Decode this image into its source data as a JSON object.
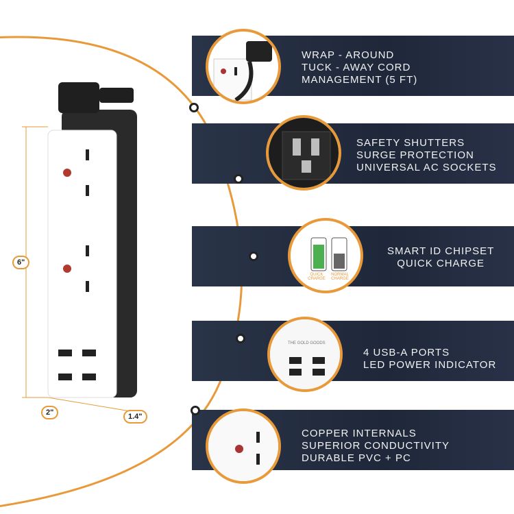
{
  "features": [
    {
      "lines": [
        "WRAP - AROUND",
        "TUCK - AWAY CORD",
        "MANAGEMENT (5 FT)"
      ]
    },
    {
      "lines": [
        "SAFETY SHUTTERS",
        "SURGE PROTECTION",
        "UNIVERSAL AC SOCKETS"
      ]
    },
    {
      "lines": [
        "SMART ID CHIPSET",
        "QUICK CHARGE"
      ]
    },
    {
      "lines": [
        "4 USB-A PORTS",
        "LED POWER INDICATOR"
      ]
    },
    {
      "lines": [
        "COPPER INTERNALS",
        "SUPERIOR CONDUCTIVITY",
        "DURABLE PVC + PC"
      ]
    }
  ],
  "battery": {
    "quick_label": "QUICK CHARGE",
    "normal_label": "NORMAL CHARGE"
  },
  "dimensions": {
    "height": "6\"",
    "width": "2\"",
    "depth": "1.4\""
  },
  "brand_text": "THE GOLD GOODS",
  "colors": {
    "accent": "#e89a3a",
    "panel": "#222b3d",
    "quick": "#4caf50",
    "normal": "#666666"
  }
}
